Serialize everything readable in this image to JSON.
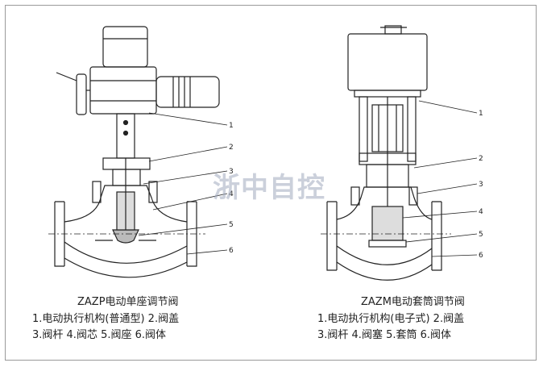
{
  "left": {
    "title": "ZAZP电动单座调节阀",
    "legend_line1": "1.电动执行机构(普通型)  2.阀盖",
    "legend_line2": "3.阀杆  4.阀芯  5.阀座  6.阀体",
    "callouts": [
      "1",
      "2",
      "3",
      "4",
      "5",
      "6"
    ]
  },
  "right": {
    "title": "ZAZM电动套筒调节阀",
    "legend_line1": "1.电动执行机构(电子式)  2.阀盖",
    "legend_line2": "3.阀杆  4.阀塞  5.套筒  6.阀体",
    "callouts": [
      "1",
      "2",
      "3",
      "4",
      "5",
      "6"
    ]
  },
  "watermark": "浙中自控"
}
